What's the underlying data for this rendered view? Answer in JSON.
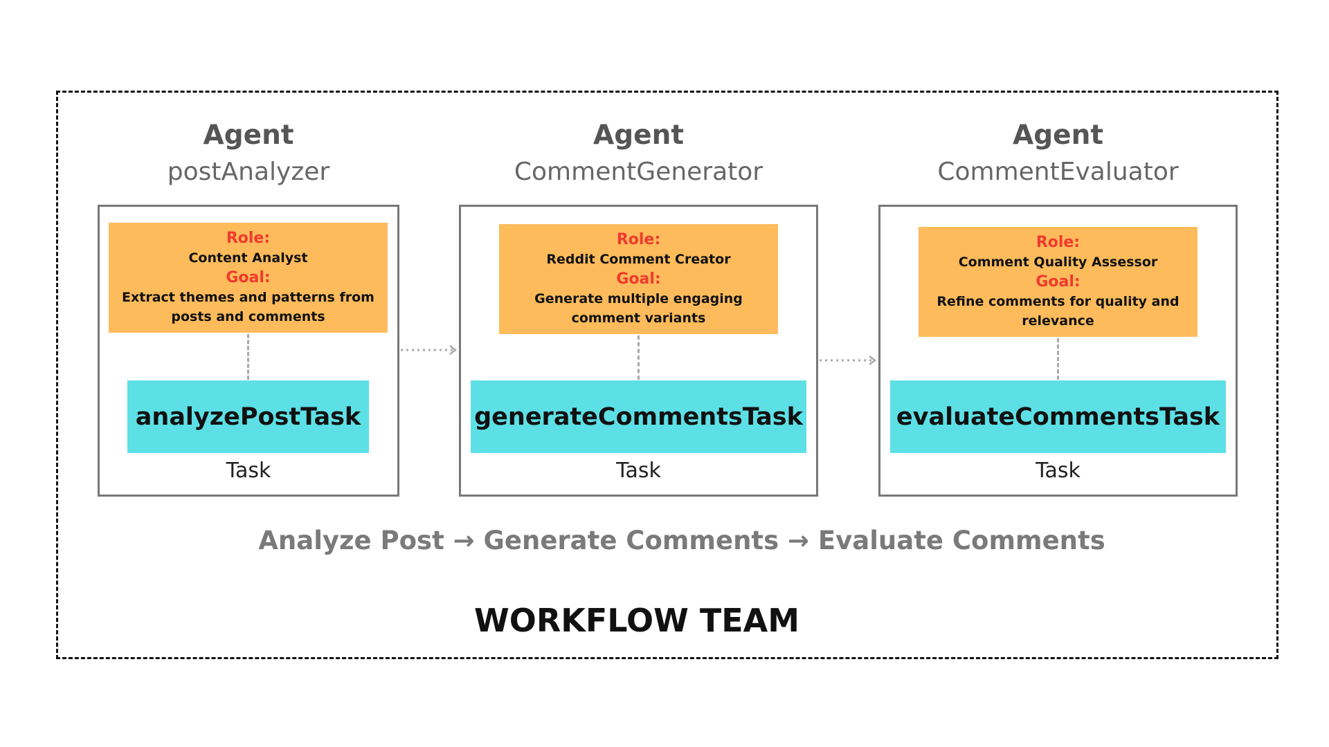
{
  "agents": [
    {
      "title": "Agent",
      "name": "postAnalyzer",
      "role_label": "Role:",
      "role": "Content Analyst",
      "goal_label": "Goal:",
      "goal": "Extract themes and patterns from posts and comments",
      "task": "analyzePostTask",
      "task_caption": "Task"
    },
    {
      "title": "Agent",
      "name": "CommentGenerator",
      "role_label": "Role:",
      "role": "Reddit Comment Creator",
      "goal_label": "Goal:",
      "goal": "Generate multiple engaging comment variants",
      "task": "generateCommentsTask",
      "task_caption": "Task"
    },
    {
      "title": "Agent",
      "name": "CommentEvaluator",
      "role_label": "Role:",
      "role": "Comment Quality Assessor",
      "goal_label": "Goal:",
      "goal": "Refine comments for quality and relevance",
      "task": "evaluateCommentsTask",
      "task_caption": "Task"
    }
  ],
  "flow": "Analyze Post → Generate Comments → Evaluate Comments",
  "team_title": "WORKFLOW TEAM",
  "colors": {
    "role_box": "#fdbb5b",
    "role_label": "#f03a2e",
    "task_box": "#5ce0e6",
    "border": "#777777"
  }
}
